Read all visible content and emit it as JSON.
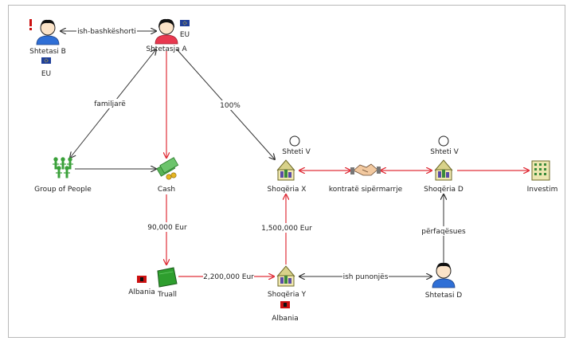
{
  "colors": {
    "flow_red": "#e0303a",
    "link": "#333333",
    "person_blue": "#2f6fd6",
    "person_red": "#e8384f",
    "money_green": "#3aa13a",
    "building_olive": "#8a8a36",
    "flag_blue": "#1f3f9a",
    "flag_red": "#cc1111"
  },
  "nodes": {
    "shtetasi_b": {
      "label": "Shtetasi B",
      "flag": "EU",
      "icon": "person-icon"
    },
    "shtetasja_a": {
      "label": "Shtetasja A",
      "flag": "EU",
      "icon": "person-icon"
    },
    "group": {
      "label": "Group of People",
      "icon": "group-icon"
    },
    "cash": {
      "label": "Cash",
      "icon": "cash-icon"
    },
    "shoqeria_x": {
      "label": "Shoqëria X",
      "tag": "Shteti V",
      "icon": "building-icon"
    },
    "kontrate": {
      "label": "kontratë sipërmarrje",
      "icon": "handshake-icon"
    },
    "shoqeria_d": {
      "label": "Shoqëria D",
      "tag": "Shteti V",
      "icon": "building-icon"
    },
    "investim": {
      "label": "Investim",
      "icon": "investment-building-icon"
    },
    "trull": {
      "label": "Truall",
      "flag": "Albania",
      "icon": "land-icon"
    },
    "shoqeria_y": {
      "label": "Shoqëria  Y",
      "flag": "Albania",
      "icon": "building-icon"
    },
    "shtetasi_d": {
      "label": "Shtetasi D",
      "icon": "person-icon"
    }
  },
  "edges": {
    "ish_bashkeshorti": "ish-bashkëshorti",
    "familjare": "familjarë",
    "pct_100": "100%",
    "eur_90k": "90,000 Eur",
    "eur_2200k": "2,200,000 Eur",
    "eur_1500k": "1,500,000 Eur",
    "ish_punonjes": "ish punonjës",
    "perfaqesues": "përfaqësues"
  }
}
